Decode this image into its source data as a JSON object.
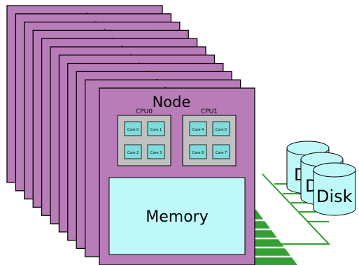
{
  "colors": {
    "node_fill": "#b87db9",
    "cpu_fill": "#c0c0c0",
    "core_fill": "#7fdcdc",
    "memory_fill": "#bff8f8",
    "disk_fill": "#bff8f8",
    "network_green": "#34a034"
  },
  "node": {
    "label": "Node",
    "stack_labels": [
      "Node",
      "Node",
      "Node",
      "Node",
      "Node",
      "Node",
      "Node",
      "Node",
      "Node",
      "Node"
    ],
    "cpus": [
      {
        "label": "CPU0",
        "cores": [
          "Core 0",
          "Core 1",
          "Core 2",
          "Core 3"
        ]
      },
      {
        "label": "CPU1",
        "cores": [
          "Core 4",
          "Core 5",
          "Core 6",
          "Core 7"
        ]
      }
    ],
    "memory_label": "Memory"
  },
  "disks": [
    "Disk",
    "Disk",
    "Disk"
  ]
}
